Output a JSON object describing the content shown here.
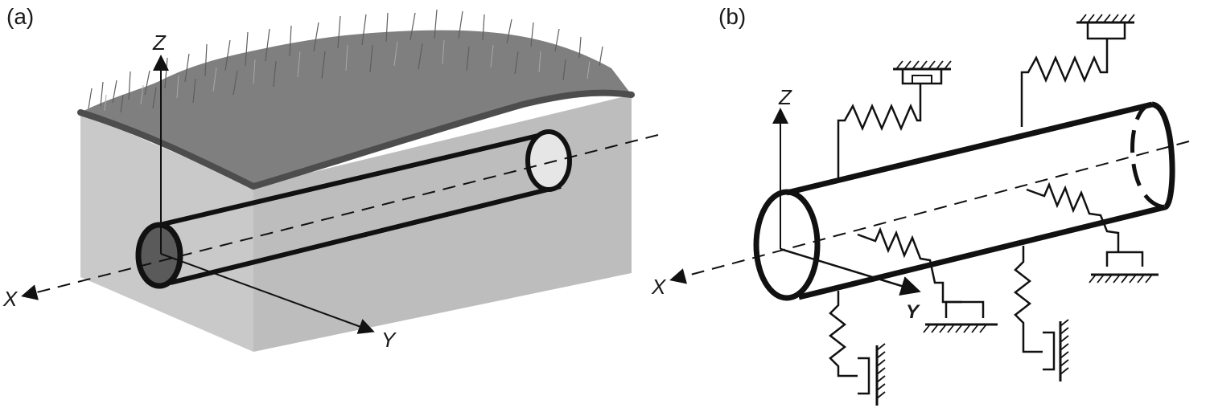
{
  "panels": {
    "a": {
      "label": "(a)",
      "axes": {
        "x": "X",
        "y": "Y",
        "z": "Z"
      }
    },
    "b": {
      "label": "(b)",
      "axes": {
        "x": "X",
        "y": "Y",
        "z": "Z"
      }
    }
  },
  "colors": {
    "soil_front": "#bcbcbc",
    "soil_side": "#cfcfcf",
    "grass": "#7a7a7a",
    "ground_line": "#4d4d4d",
    "pipe_end_dark": "#5a5a5a",
    "pipe_end_light": "#e6e6e6",
    "ink": "#111111"
  }
}
